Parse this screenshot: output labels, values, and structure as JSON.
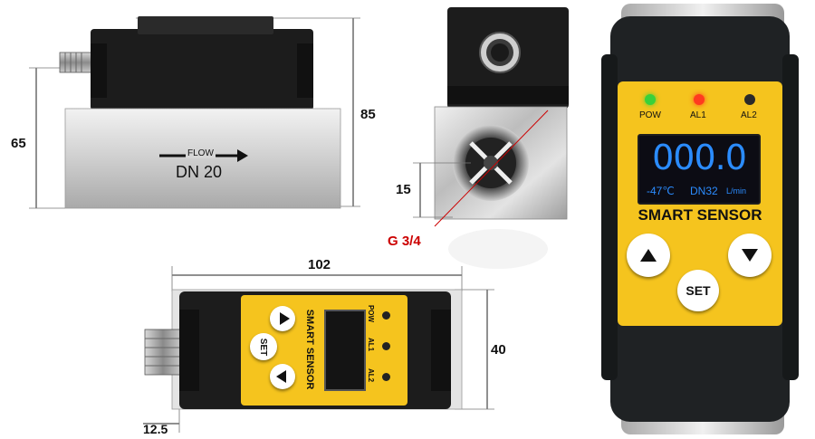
{
  "side_view": {
    "flow_label": "FLOW",
    "size_label": "DN 20",
    "dim_height_body": "65",
    "dim_height_total": "85"
  },
  "front_view": {
    "thread_label": "G 3/4",
    "dim_port": "15"
  },
  "top_view": {
    "dim_length": "102",
    "dim_width": "40",
    "dim_connector": "12.5",
    "brand_text": "SMART SENSOR",
    "set_label": "SET",
    "leds": [
      "POW",
      "AL1",
      "AL2"
    ]
  },
  "panel": {
    "leds": [
      {
        "label": "POW",
        "color": "#3ad13a"
      },
      {
        "label": "AL1",
        "color": "#ff3b1f"
      },
      {
        "label": "AL2",
        "color": "#2a2a2a"
      }
    ],
    "reading": "000.0",
    "temperature": "-47℃",
    "pipe_size": "DN32",
    "unit": "L/min",
    "brand_text": "SMART SENSOR",
    "set_label": "SET",
    "display_color": "#2b8cff",
    "accent_color": "#f5c41e"
  }
}
